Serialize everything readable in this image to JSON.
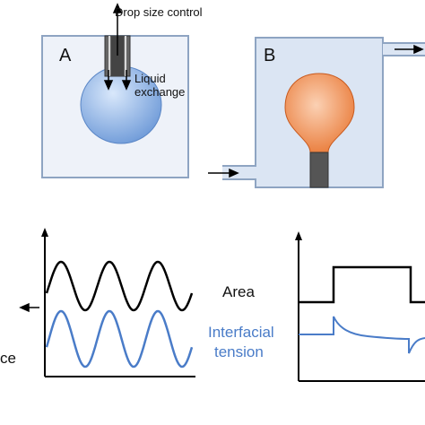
{
  "panel_a": {
    "label": "A",
    "top_label": "Drop size control",
    "side_label_1": "Liquid",
    "side_label_2": "exchange",
    "drop_color": "#7aa8e0"
  },
  "panel_b": {
    "label": "B",
    "drop_color": "#f08a50"
  },
  "signals": {
    "area_label": "Area",
    "tension_label_1": "Interfacial",
    "tension_label_2": "tension",
    "cut_label": "ce",
    "area_color": "#000000",
    "tension_color": "#4a7cc8"
  },
  "colors": {
    "chamber_fill": "#dbe5f3",
    "chamber_stroke": "#8ea4c2",
    "needle": "#555555"
  }
}
